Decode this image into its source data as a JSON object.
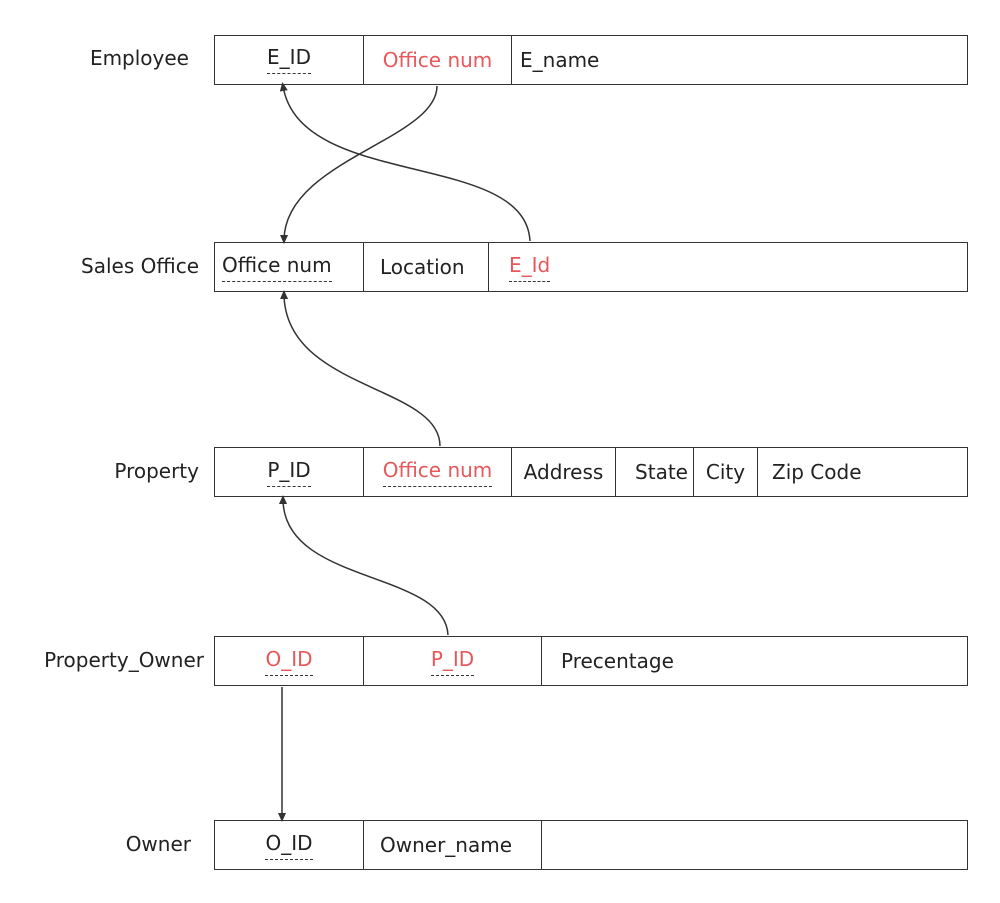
{
  "tables": {
    "employee": {
      "name": "Employee",
      "fields": [
        "E_ID",
        "Office num",
        "E_name"
      ]
    },
    "sales_office": {
      "name": "Sales Office",
      "fields": [
        "Office num",
        "Location",
        "E_Id"
      ]
    },
    "property": {
      "name": "Property",
      "fields": [
        "P_ID",
        "Office num",
        "Address",
        "State",
        "City",
        "Zip Code"
      ]
    },
    "property_owner": {
      "name": "Property_Owner",
      "fields": [
        "O_ID",
        "P_ID",
        "Precentage"
      ]
    },
    "owner": {
      "name": "Owner",
      "fields": [
        "O_ID",
        "Owner_name",
        ""
      ]
    }
  },
  "colors": {
    "foreign_key": "#e8585a",
    "text": "#222222",
    "border": "#333333"
  }
}
